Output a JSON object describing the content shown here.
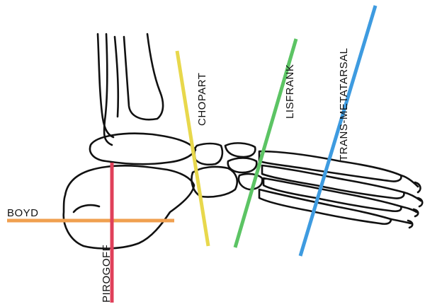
{
  "amputation_levels": [
    {
      "key": "boyd",
      "label": "BOYD",
      "color": "#f0a050"
    },
    {
      "key": "pirogoff",
      "label": "PIROGOFF",
      "color": "#e0405a"
    },
    {
      "key": "chopart",
      "label": "CHOPART",
      "color": "#e8d84c"
    },
    {
      "key": "lisfrank",
      "label": "LISFRANK",
      "color": "#5cc464"
    },
    {
      "key": "trans_metatarsal",
      "label": "TRANS-METATARSAL",
      "color": "#3e9be0"
    }
  ]
}
